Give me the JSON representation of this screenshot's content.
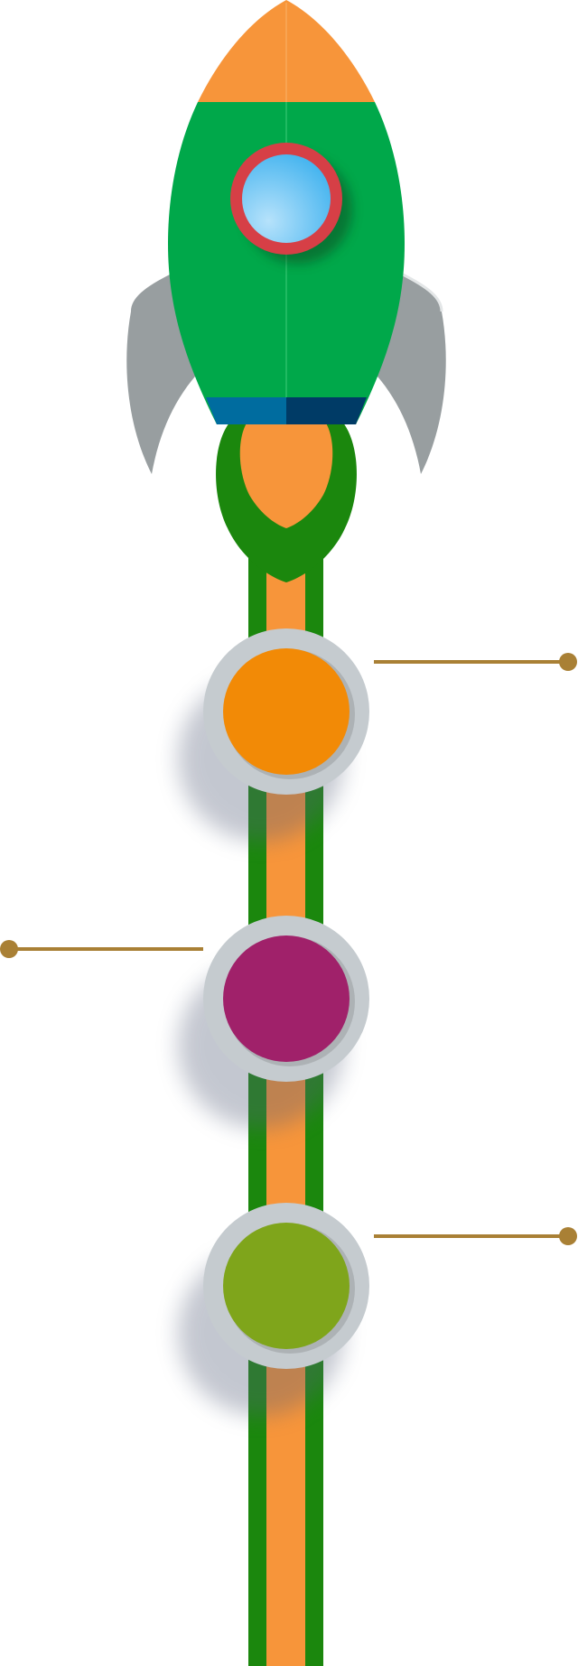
{
  "diagram": {
    "kind": "rocket-timeline",
    "icons": [
      "rocket-icon",
      "porthole-icon",
      "flame-icon"
    ],
    "colors": {
      "nose": "#f7953a",
      "body": "#00a84a",
      "body_shade": "#00a145",
      "porthole_ring": "#d63f46",
      "porthole_glass": "#4ab4ef",
      "base_left": "#006c9f",
      "base_right": "#003b66",
      "fins": "#989ea0",
      "flame_outer": "#1b870d",
      "flame_inner": "#f7953a",
      "trail_outer": "#1b870d",
      "trail_inner": "#f7953a",
      "node_ring": "#c5cbcf",
      "connector": "#a98035"
    },
    "milestones": [
      {
        "name": "milestone-1",
        "color": "#f28a06",
        "connector_side": "right"
      },
      {
        "name": "milestone-2",
        "color": "#a0216a",
        "connector_side": "left"
      },
      {
        "name": "milestone-3",
        "color": "#7fa51b",
        "connector_side": "right"
      }
    ]
  }
}
